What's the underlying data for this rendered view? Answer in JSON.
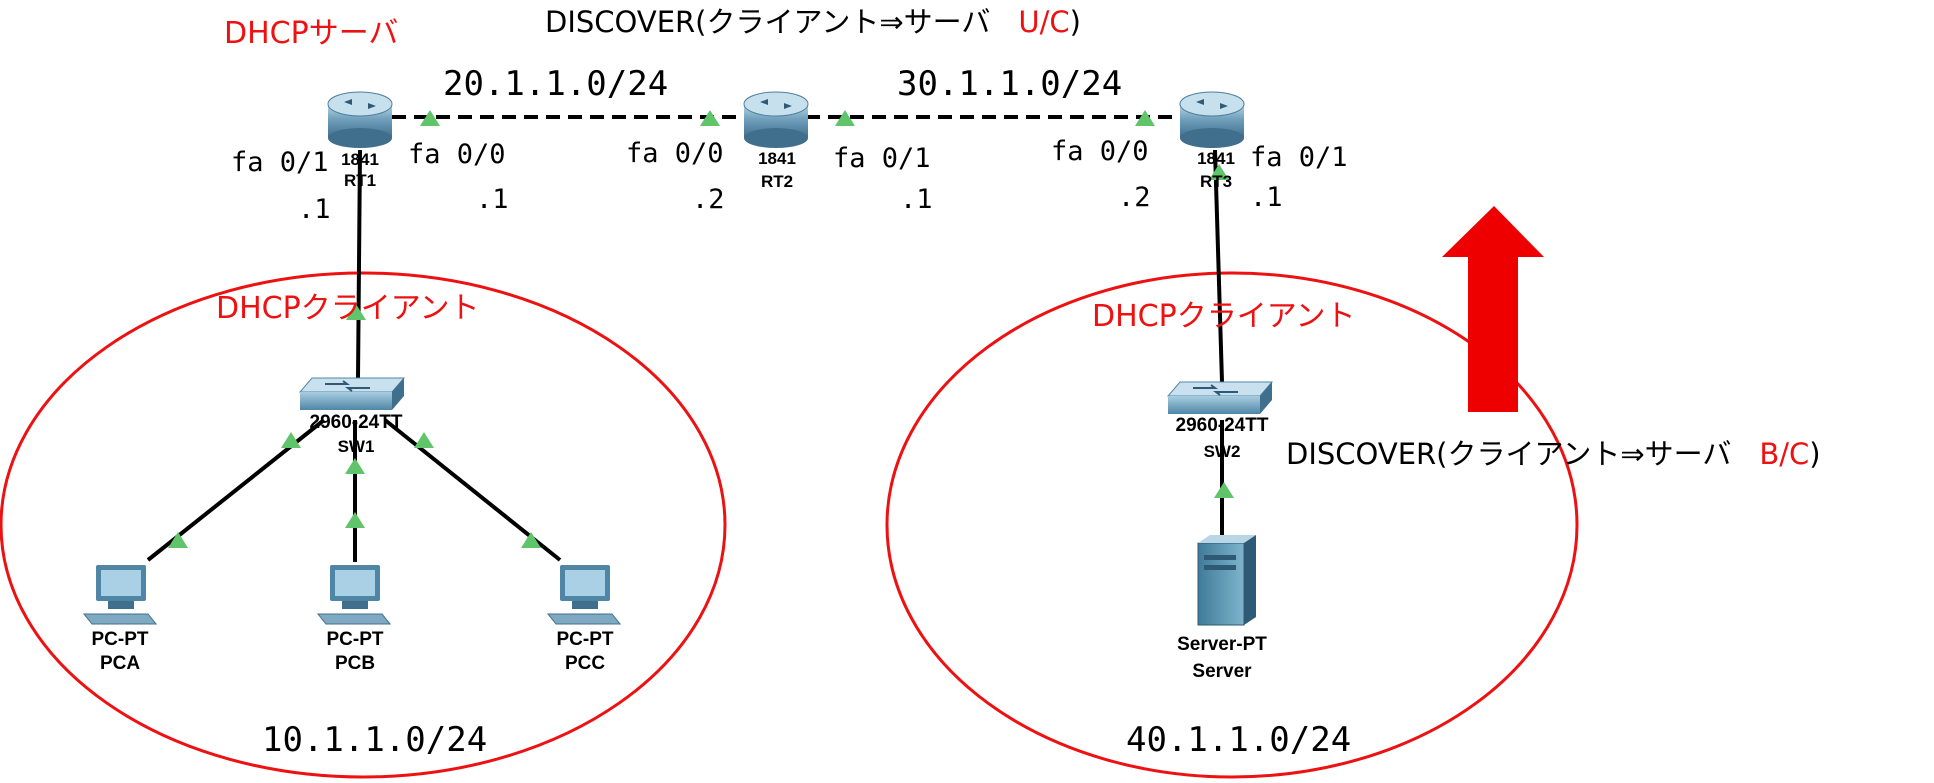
{
  "colors": {
    "accent": "#ee1111",
    "link": "#000000",
    "port_marker": "#5fc46a",
    "router_body": "#5f95b3",
    "switch_body": "#6aa0bf"
  },
  "labels": {
    "dhcp_server": "DHCPサーバ",
    "discover_top_prefix": "DISCOVER(クライアント⇒サーバ",
    "discover_top_type": "U/C",
    "discover_top_suffix": ")",
    "discover_side_prefix": "DISCOVER(クライアント⇒サーバ",
    "discover_side_type": "B/C",
    "discover_side_suffix": ")",
    "dhcp_client_left": "DHCPクライアント",
    "dhcp_client_right": "DHCPクライアント"
  },
  "networks": {
    "net_rt1_rt2": "20.1.1.0/24",
    "net_rt2_rt3": "30.1.1.0/24",
    "net_lan_left": "10.1.1.0/24",
    "net_lan_right": "40.1.1.0/24"
  },
  "interfaces": {
    "rt1_fa01": "fa 0/1",
    "rt1_fa01_ip": ".1",
    "rt1_fa00": "fa 0/0",
    "rt1_fa00_ip": ".1",
    "rt2_fa00": "fa 0/0",
    "rt2_fa00_ip": ".2",
    "rt2_fa01": "fa 0/1",
    "rt2_fa01_ip": ".1",
    "rt3_fa00": "fa 0/0",
    "rt3_fa00_ip": ".2",
    "rt3_fa01": "fa 0/1",
    "rt3_fa01_ip": ".1"
  },
  "devices": {
    "rt1": {
      "model": "1841",
      "name": "RT1",
      "icon": "router-icon"
    },
    "rt2": {
      "model": "1841",
      "name": "RT2",
      "icon": "router-icon"
    },
    "rt3": {
      "model": "1841",
      "name": "RT3",
      "icon": "router-icon"
    },
    "sw1": {
      "model": "2960-24TT",
      "name": "SW1",
      "icon": "switch-icon"
    },
    "sw2": {
      "model": "2960-24TT",
      "name": "SW2",
      "icon": "switch-icon"
    },
    "pca": {
      "model": "PC-PT",
      "name": "PCA",
      "icon": "pc-icon"
    },
    "pcb": {
      "model": "PC-PT",
      "name": "PCB",
      "icon": "pc-icon"
    },
    "pcc": {
      "model": "PC-PT",
      "name": "PCC",
      "icon": "pc-icon"
    },
    "server": {
      "model": "Server-PT",
      "name": "Server",
      "icon": "server-icon"
    }
  },
  "flow_arrow": {
    "direction": "up",
    "icon": "up-arrow-icon"
  }
}
